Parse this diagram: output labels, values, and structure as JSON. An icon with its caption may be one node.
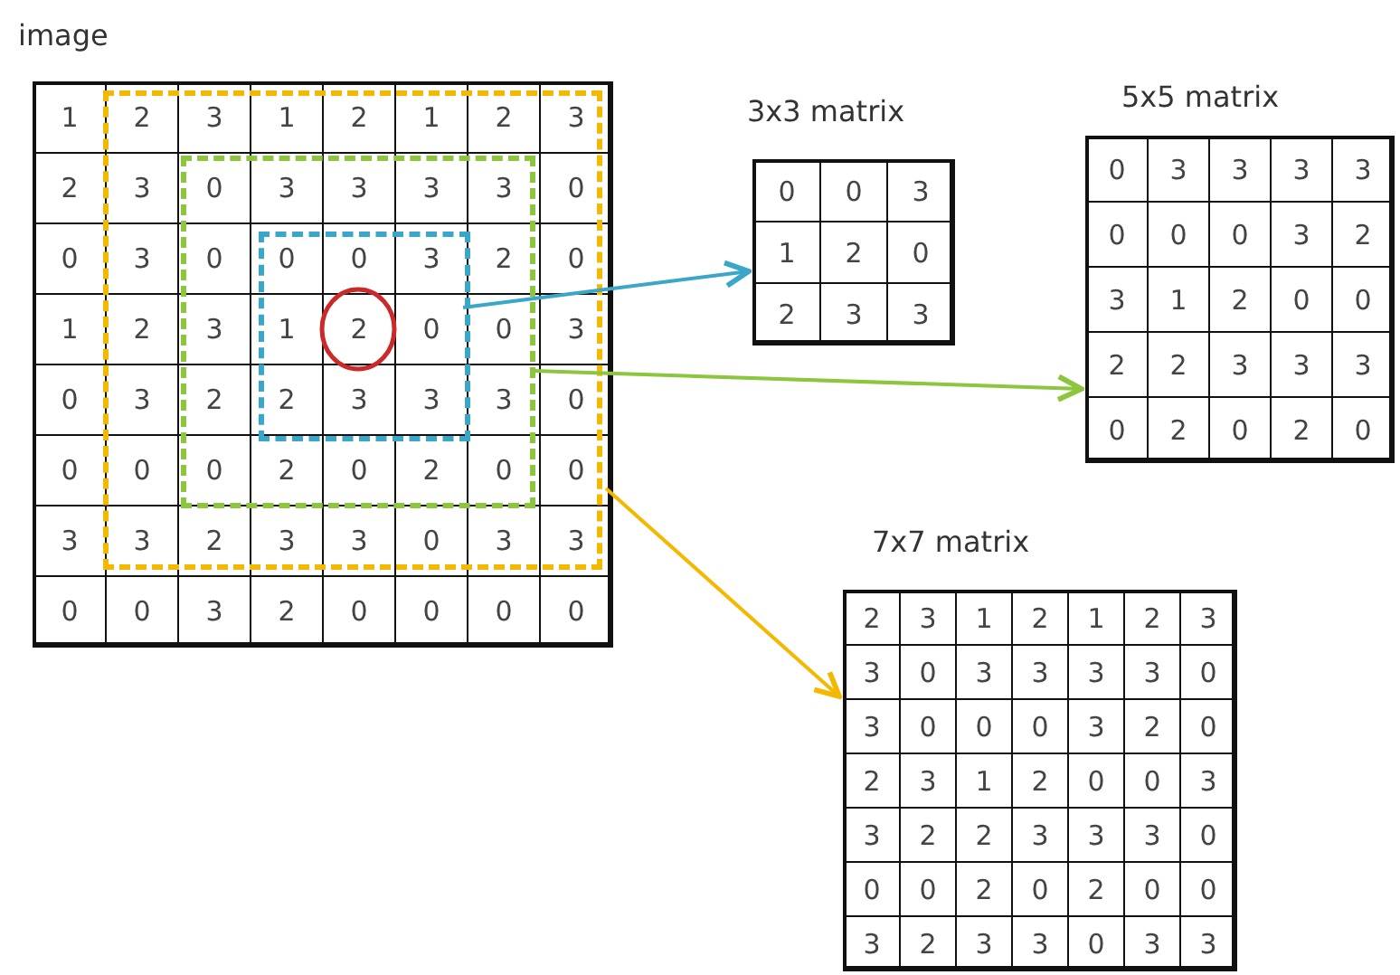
{
  "diagram": {
    "nodes": [
      {
        "text": [
          "image"
        ]
      },
      {
        "text": [],
        "shape": "box",
        "in": 2
      },
      {
        "text": [],
        "shape": "box",
        "in": 3
      },
      {
        "text": [],
        "shape": "box",
        "in": 0
      },
      {
        "text": [
          "3x3 matrix"
        ]
      },
      {
        "text": [
          "5x5 matrix"
        ]
      },
      {
        "text": [
          "7x7 matrix"
        ]
      }
    ],
    "edges": [
      {
        "from": 1,
        "to": 4,
        "arrow": "to",
        "color": "#3aa6c8"
      },
      {
        "from": 2,
        "to": 5,
        "arrow": "to",
        "color": "#8cc63f"
      },
      {
        "from": 3,
        "to": 6,
        "arrow": "to",
        "color": "#f5b800"
      }
    ],
    "labels": [
      "1",
      "2",
      "3",
      "1",
      "2",
      "1",
      "2",
      "3",
      "2",
      "3",
      "0",
      "3",
      "3",
      "3",
      "3",
      "0",
      "0",
      "3",
      "0",
      "0",
      "0",
      "3",
      "2",
      "0",
      "1",
      "2",
      "3",
      "1",
      "2",
      "0",
      "0",
      "3",
      "0",
      "3",
      "2",
      "2",
      "3",
      "3",
      "3",
      "0",
      "0",
      "0",
      "0",
      "2",
      "0",
      "2",
      "0",
      "0",
      "3",
      "3",
      "2",
      "3",
      "3",
      "0",
      "3",
      "3",
      "0",
      "0",
      "3",
      "2",
      "0",
      "0",
      "0",
      "0",
      "0",
      "0",
      "3",
      "1",
      "2",
      "0",
      "2",
      "3",
      "3",
      "0",
      "3",
      "3",
      "3",
      "3",
      "0",
      "0",
      "0",
      "3",
      "2",
      "3",
      "1",
      "2",
      "0",
      "0",
      "2",
      "2",
      "3",
      "3",
      "3",
      "0",
      "2",
      "0",
      "2",
      "0",
      "2",
      "3",
      "1",
      "2",
      "1",
      "2",
      "3",
      "3",
      "0",
      "3",
      "3",
      "3",
      "3",
      "0",
      "3",
      "0",
      "0",
      "0",
      "3",
      "2",
      "0",
      "2",
      "3",
      "1",
      "2",
      "0",
      "0",
      "3",
      "3",
      "2",
      "2",
      "3",
      "3",
      "3",
      "0",
      "0",
      "0",
      "2",
      "0",
      "2",
      "0",
      "0",
      "3",
      "2",
      "3",
      "3",
      "0",
      "3",
      "3"
    ]
  }
}
